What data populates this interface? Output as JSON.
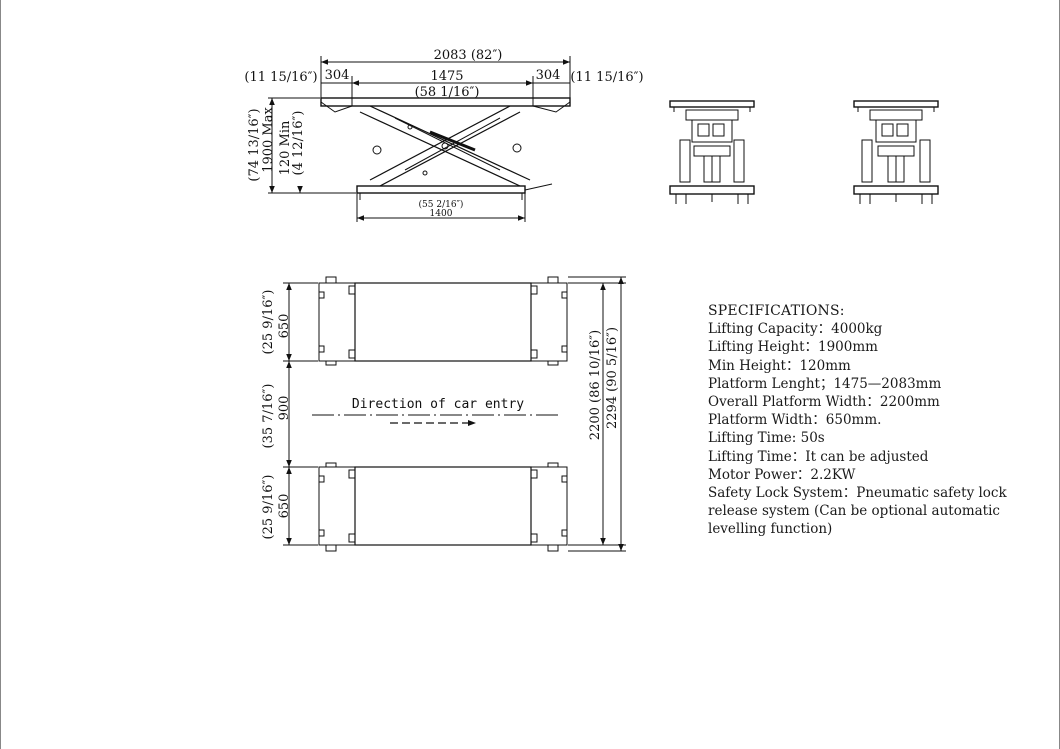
{
  "side_view": {
    "overall_length": "2083 (82″)",
    "end_left_inch": "(11 15/16″)",
    "end_left": "304",
    "center_length": "1475",
    "center_length_inch": "(58 1/16″)",
    "end_right": "304",
    "end_right_inch": "(11 15/16″)",
    "max_height_inch": "(74 13/16″)",
    "max_height": "1900 Max",
    "min_height": "120 Min",
    "min_height_inch": "(4 12/16″)",
    "base_length_inch": "(55 2/16″)",
    "base_length": "1400"
  },
  "top_view": {
    "platform_width_inch_top": "(25 9/16″)",
    "platform_width_top": "650",
    "gap_inch": "(35 7/16″)",
    "gap": "900",
    "platform_width_inch_bottom": "(25 9/16″)",
    "platform_width_bottom": "650",
    "overall_width": "2200",
    "overall_width_inch": "(86 10/16″)",
    "outer_width": "2294",
    "outer_width_inch": "(90 5/16″)",
    "direction_label": "Direction of car entry"
  },
  "specifications": {
    "heading": "SPECIFICATIONS:",
    "lines": [
      "Lifting Capacity：4000kg",
      "Lifting Height：1900mm",
      "Min Height：120mm",
      "Platform Lenght；1475—2083mm",
      "Overall Platform Width：2200mm",
      "Platform Width：650mm.",
      "Lifting Time: 50s",
      "Lifting Time：It can be adjusted",
      "Motor Power：2.2KW",
      "Safety Lock System：Pneumatic safety lock release system (Can be optional automatic levelling function)"
    ]
  }
}
